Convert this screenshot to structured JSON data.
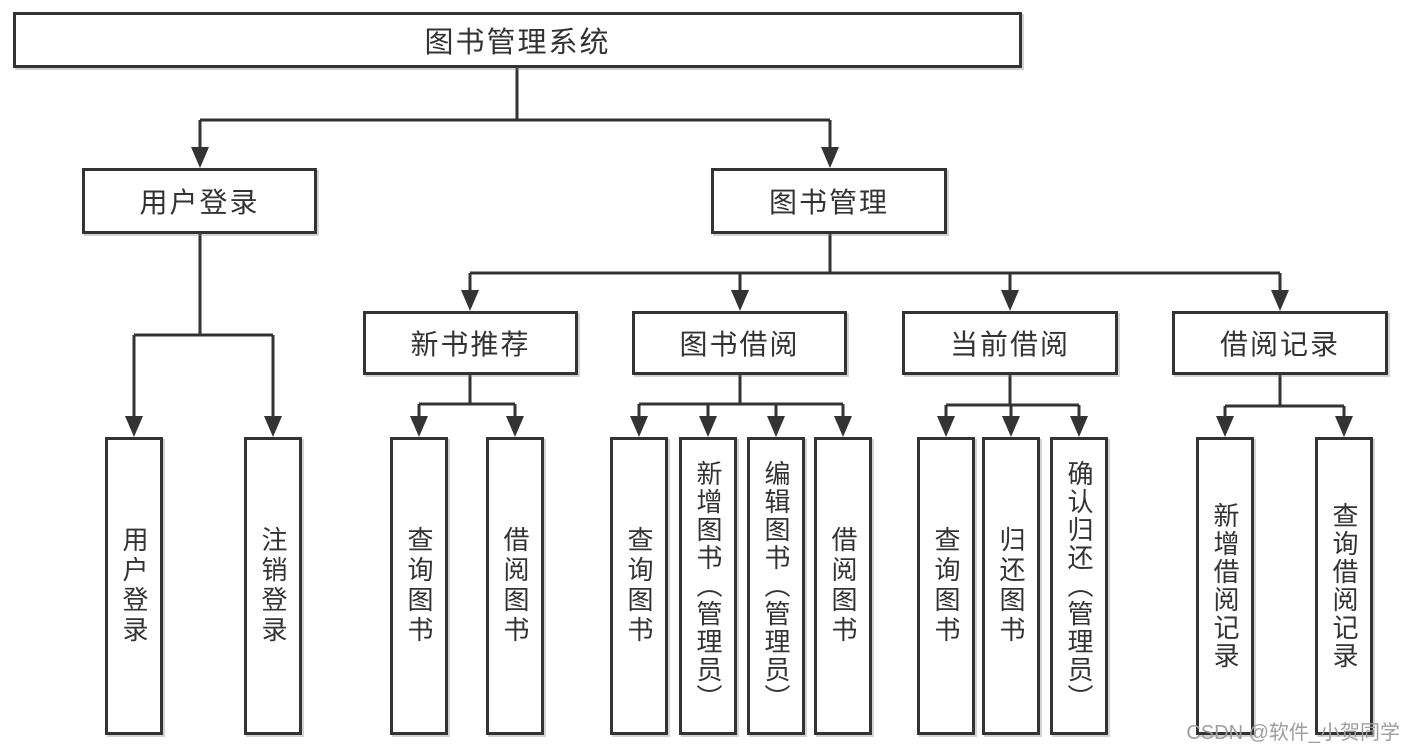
{
  "diagram": {
    "nodes": {
      "root": "图书管理系统",
      "user_login": "用户登录",
      "book_mgmt": "图书管理",
      "new_book_rec": "新书推荐",
      "book_borrow": "图书借阅",
      "current_borrow": "当前借阅",
      "borrow_records": "借阅记录",
      "leaf_user_login": "用户登录",
      "leaf_logout": "注销登录",
      "leaf_rec_query": "查询图书",
      "leaf_rec_borrow": "借阅图书",
      "leaf_bb_query": "查询图书",
      "leaf_bb_add": "新增图书（管理员）",
      "leaf_bb_edit": "编辑图书（管理员）",
      "leaf_bb_borrow": "借阅图书",
      "leaf_cb_query": "查询图书",
      "leaf_cb_return": "归还图书",
      "leaf_cb_confirm": "确认归还（管理员）",
      "leaf_br_add": "新增借阅记录",
      "leaf_br_query": "查询借阅记录"
    },
    "watermark": "CSDN @软件_小贺同学",
    "colors": {
      "line": "#333333",
      "text": "#333333",
      "box_background": "#ffffff",
      "watermark": "#9e9e9e",
      "page_background": "#ffffff"
    }
  }
}
